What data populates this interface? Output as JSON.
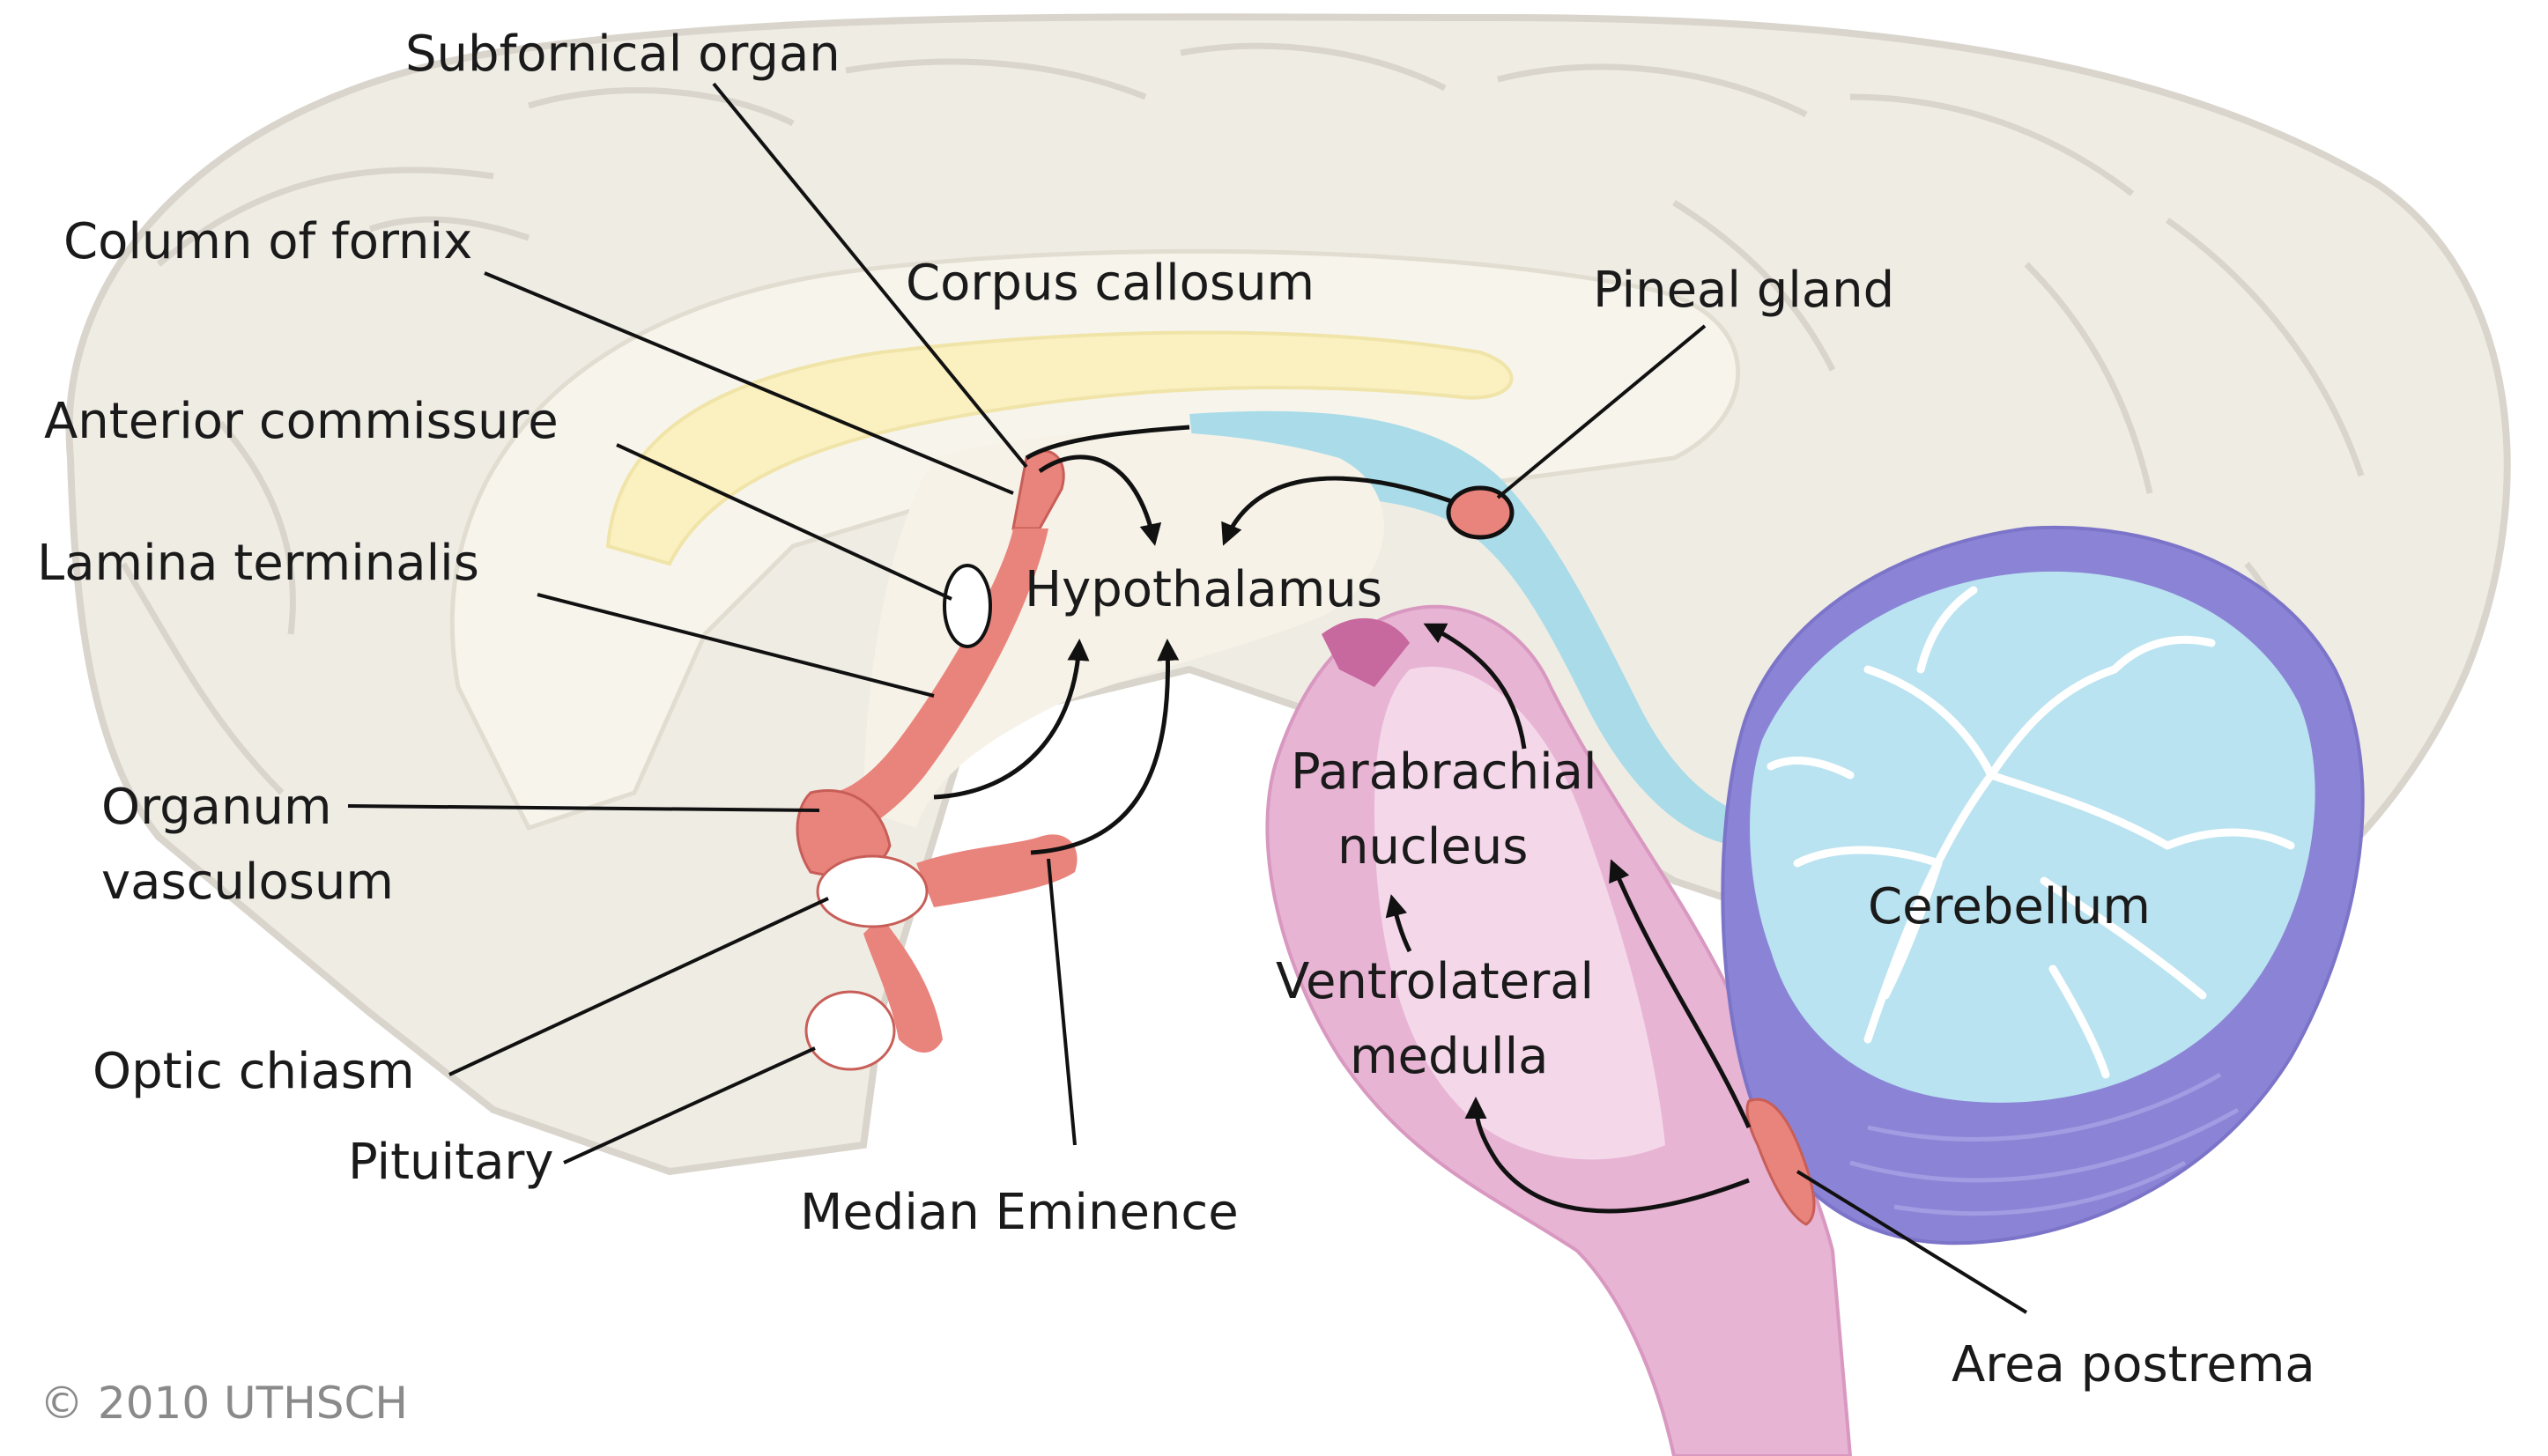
{
  "labels": {
    "subfornical_organ": "Subfornical organ",
    "column_of_fornix": "Column of fornix",
    "corpus_callosum": "Corpus callosum",
    "pineal_gland": "Pineal gland",
    "anterior_commissure": "Anterior commissure",
    "lamina_terminalis": "Lamina terminalis",
    "hypothalamus": "Hypothalamus",
    "organum_line1": "Organum",
    "organum_line2": "vasculosum",
    "parabrachial_line1": "Parabrachial",
    "parabrachial_line2": "nucleus",
    "cerebellum": "Cerebellum",
    "ventrolateral_line1": "Ventrolateral",
    "ventrolateral_line2": "medulla",
    "optic_chiasm": "Optic chiasm",
    "pituitary": "Pituitary",
    "median_eminence": "Median Eminence",
    "area_postrema": "Area postrema"
  },
  "copyright": "© 2010 UTHSCH",
  "colors": {
    "cortex": "#efece4",
    "cortex_outline": "#d9d5cc",
    "white_matter": "#f7f4ec",
    "corpus_callosum": "#faf0c0",
    "ventricle": "#a9dce8",
    "circumventricular_organ": "#e9847c",
    "brainstem": "#e8b4d4",
    "brainstem_light": "#f4d8ea",
    "cerebellum_folia": "#b9e3f0",
    "cerebellum_deep": "#8b84d6",
    "white_structure": "#ffffff"
  }
}
